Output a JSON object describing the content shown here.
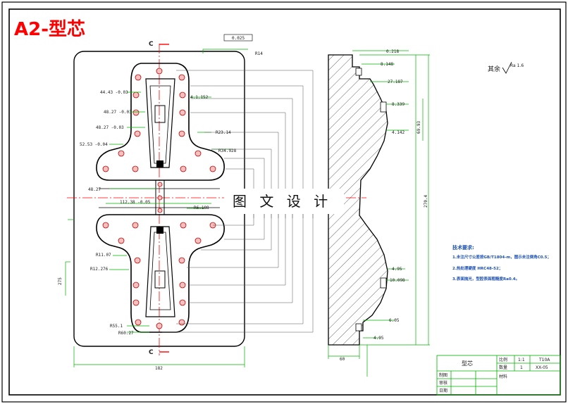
{
  "title": "A2-型芯",
  "watermark": "图 文 设 计",
  "section_mark": "C",
  "roughness_note": "其余",
  "roughness_value": "Ra 1.6",
  "tolerance_frame": "0.025",
  "front_dims": {
    "r_corner": "R14",
    "d1": "44.43 -0.03",
    "d2": "48.27 -0.03",
    "d3": "48.27 -0.03",
    "d4": "52.53 -0.04",
    "d5": "48.27",
    "d6": "112.38 -0.05",
    "r23": "R23.14",
    "r34": "R34.928",
    "c1": "4.1.152",
    "r6": "R6.188",
    "r11": "R11.07",
    "r12": "R12.276",
    "r55": "R55.1",
    "r60": "R60.27",
    "width": "182",
    "height": "275"
  },
  "side_dims": {
    "t1": "0.218",
    "t2": "8.148",
    "t3": "27.187",
    "t4": "8.339",
    "t5": "4.142",
    "t6": "4.95",
    "t7": "10.098",
    "t8": "6.05",
    "t9": "4.95",
    "depth": "60",
    "total": "270.4",
    "mid": "69.93"
  },
  "requirements": {
    "heading": "技术要求:",
    "lines": [
      "1.未注尺寸公差按GB/T1804-m，图示未注倒角C0.5；",
      "2.热处理硬度 HRC48-52；",
      "3.表面抛光，型腔表面粗糙度Ra0.4。"
    ]
  },
  "title_block": {
    "part_name": "型芯",
    "scale_label": "比例",
    "scale": "1:1",
    "qty_label": "数量",
    "qty": "1",
    "material_label": "材料",
    "material": "T10A",
    "drawing_no": "XX-05",
    "row_labels": [
      "制图",
      "审核",
      "日期"
    ]
  }
}
